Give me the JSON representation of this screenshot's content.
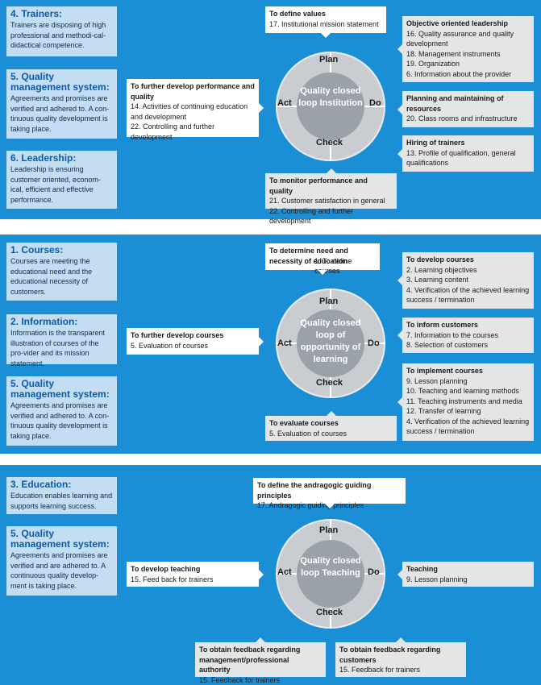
{
  "panel1": {
    "left": [
      {
        "title": "4. Trainers:",
        "text": "Trainers are disposing of high professional and methodi-cal-didactical competence."
      },
      {
        "title": "5. Quality management system:",
        "text": "Agreements and promises are verified and adhered to. A con-tinuous quality development is taking place."
      },
      {
        "title": "6. Leadership:",
        "text": "Leadership is ensuring customer oriented, econom-ical, efficient and effective performance."
      }
    ],
    "top": {
      "title": "To define values",
      "lines": [
        "17. Institutional mission statement"
      ]
    },
    "act": {
      "title": "To further develop performance and quality",
      "lines": [
        "14. Activities of continuing education and development",
        "22. Controlling and further development"
      ]
    },
    "bottom": {
      "title": "To monitor performance and quality",
      "lines": [
        "21. Customer satisfaction in general",
        "22. Controlling and further development"
      ]
    },
    "right": [
      {
        "title": "Objective oriented leadership",
        "lines": [
          "16. Quality assurance and quality development",
          "18. Management instruments",
          "19. Organization",
          "6. Information about the provider"
        ]
      },
      {
        "title": "Planning and maintaining of resources",
        "lines": [
          "20. Class rooms and infrastructure"
        ]
      },
      {
        "title": "Hiring of trainers",
        "lines": [
          "13. Profile of qualification, general qualifications"
        ]
      }
    ],
    "cycle": {
      "plan": "Plan",
      "do": "Do",
      "check": "Check",
      "act": "Act",
      "center": "Quality closed loop Institution"
    }
  },
  "panel2": {
    "left": [
      {
        "title": "1. Courses:",
        "text": "Courses are meeting the educational need and the educational necessity of customers."
      },
      {
        "title": "2. Information:",
        "text": "Information is the transparent illustration of courses of the pro-vider and its mission statement."
      },
      {
        "title": "5. Quality management system:",
        "text": "Agreements and promises are verified and adhered to. A con-tinuous quality development is taking place."
      }
    ],
    "top": {
      "title": "To determine need and necessity of education",
      "lines": [
        "1. To define courses"
      ]
    },
    "act": {
      "title": "To further develop courses",
      "lines": [
        "5. Evaluation of courses"
      ]
    },
    "bottom": {
      "title": "To evaluate courses",
      "lines": [
        "5. Evaluation of courses"
      ]
    },
    "right": [
      {
        "title": "To develop courses",
        "lines": [
          "2. Learning objectives",
          "3. Learning content",
          "4. Verification of the achieved learning success / termination"
        ]
      },
      {
        "title": "To inform customers",
        "lines": [
          "7. Information to the courses",
          "8. Selection of customers"
        ]
      },
      {
        "title": "To implement courses",
        "lines": [
          "9. Lesson planning",
          "10. Teaching and learning methods",
          "11. Teaching instruments and media",
          "12. Transfer of learning",
          "4. Verification of the achieved learning success / termination"
        ]
      }
    ],
    "cycle": {
      "plan": "Plan",
      "do": "Do",
      "check": "Check",
      "act": "Act",
      "center": "Quality closed loop of opportunity of learning"
    }
  },
  "panel3": {
    "left": [
      {
        "title": "3. Education:",
        "text": "Education enables learning and supports learning success."
      },
      {
        "title": "5. Quality management system:",
        "text": "Agreements and promises are verified and are adhered to. A continuous quality develop-ment is taking place."
      }
    ],
    "top": {
      "title": "To define the andragogic guiding principles",
      "lines": [
        "17. Andragogic guiding principles"
      ]
    },
    "act": {
      "title": "To develop teaching",
      "lines": [
        "15. Feed back for trainers"
      ]
    },
    "right": [
      {
        "title": "Teaching",
        "lines": [
          "9. Lesson planning"
        ]
      }
    ],
    "bottom_left": {
      "title": "To obtain feedback regarding management/professional authority",
      "lines": [
        "15. Feedback for trainers"
      ]
    },
    "bottom_right": {
      "title": "To obtain feedback regarding customers",
      "lines": [
        "15. Feedback for trainers"
      ]
    },
    "cycle": {
      "plan": "Plan",
      "do": "Do",
      "check": "Check",
      "act": "Act",
      "center": "Quality closed loop Teaching"
    }
  },
  "colors": {
    "panel": "#1a8fd6",
    "left_box": "#c3def2",
    "left_title": "#0d5aa8",
    "ring": "#c9cdd1",
    "center": "#9aa1a8"
  }
}
